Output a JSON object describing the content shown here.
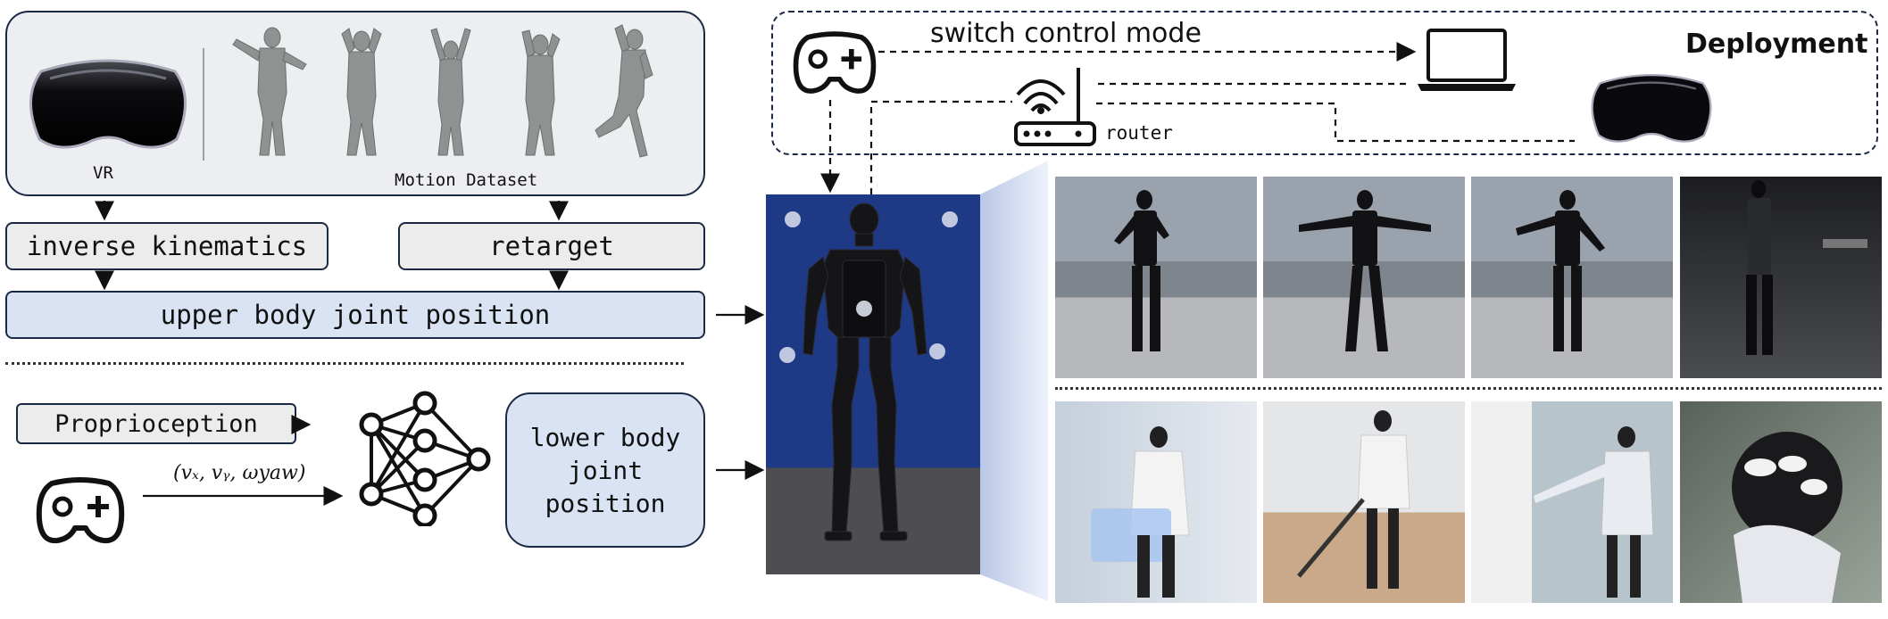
{
  "top_panel": {
    "vr_label": "VR",
    "dataset_label": "Motion Dataset"
  },
  "pipeline": {
    "ik_label": "inverse kinematics",
    "retarget_label": "retarget",
    "upper_label": "upper body joint position",
    "proprio_label": "Proprioception",
    "command_label": "(vₓ, vᵧ, ωyaw)",
    "lower_label_lines": [
      "lower body",
      "joint",
      "position"
    ]
  },
  "deployment": {
    "title": "Deployment",
    "switch_label": "switch control mode",
    "router_label": "router"
  },
  "icons": [
    "vr-headset-icon",
    "gamepad-icon",
    "laptop-icon",
    "router-icon",
    "neural-network-icon"
  ],
  "colors": {
    "panel_bg": "#eceef2",
    "blue_box": "#d9e3f3",
    "gray_box": "#ececec",
    "border": "#1b2a44",
    "robot_backdrop": "#1f3c88"
  }
}
